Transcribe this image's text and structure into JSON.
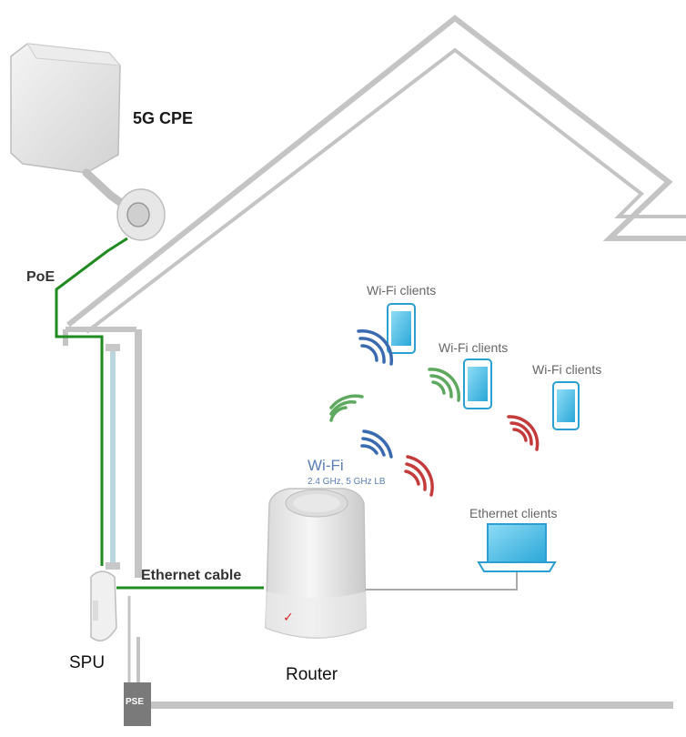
{
  "labels": {
    "cpe": "5G CPE",
    "poe": "PoE",
    "ethernet_cable": "Ethernet cable",
    "spu": "SPU",
    "router": "Router",
    "pse": "PSE",
    "wifi": "Wi-Fi",
    "wifi_bands": "2.4 GHz, 5 GHz LB",
    "wifi_clients_1": "Wi-Fi clients",
    "wifi_clients_2": "Wi-Fi clients",
    "wifi_clients_3": "Wi-Fi clients",
    "ethernet_clients": "Ethernet clients"
  },
  "colors": {
    "green_cable": "#1f8a1f",
    "wave_blue": "#3a6bb0",
    "wave_green": "#5fa85f",
    "wave_red": "#c43b3b",
    "device_blue": "#3bb7e6",
    "wall_grey": "#c4c4c4",
    "wifi_text": "#5b7fb8"
  },
  "icons": [
    "5g-cpe-icon",
    "spu-icon",
    "pse-icon",
    "router-icon",
    "phone-icon",
    "laptop-icon",
    "wifi-wave-icon"
  ]
}
